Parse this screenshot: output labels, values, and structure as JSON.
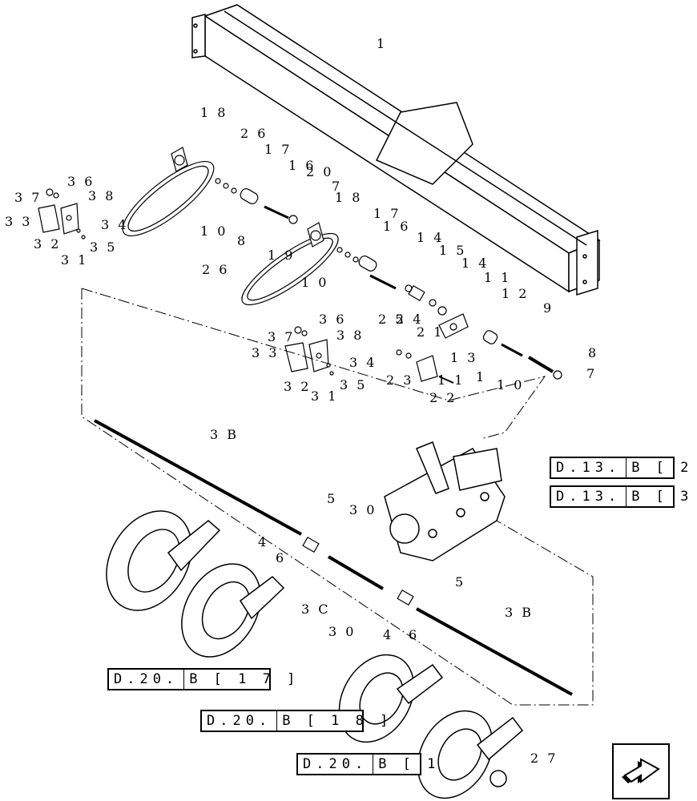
{
  "callouts": [
    {
      "id": "c1",
      "text": "1"
    },
    {
      "id": "c18a",
      "text": "1 8"
    },
    {
      "id": "c26a",
      "text": "2 6"
    },
    {
      "id": "c17a",
      "text": "1 7"
    },
    {
      "id": "c16a",
      "text": "1 6"
    },
    {
      "id": "c20",
      "text": "2 0"
    },
    {
      "id": "c7a",
      "text": "7"
    },
    {
      "id": "c18b",
      "text": "1 8"
    },
    {
      "id": "c17b",
      "text": "1 7"
    },
    {
      "id": "c16b",
      "text": "1 6"
    },
    {
      "id": "c10a",
      "text": "1 0"
    },
    {
      "id": "c8a",
      "text": "8"
    },
    {
      "id": "c19",
      "text": "1 9"
    },
    {
      "id": "c26b",
      "text": "2 6"
    },
    {
      "id": "c10b",
      "text": "1 0"
    },
    {
      "id": "c14a",
      "text": "1 4"
    },
    {
      "id": "c15",
      "text": "1 5"
    },
    {
      "id": "c14b",
      "text": "1 4"
    },
    {
      "id": "c11a",
      "text": "1 1"
    },
    {
      "id": "c12",
      "text": "1 2"
    },
    {
      "id": "c9",
      "text": "9"
    },
    {
      "id": "c36a",
      "text": "3 6"
    },
    {
      "id": "c37a",
      "text": "3 7"
    },
    {
      "id": "c38a",
      "text": "3 8"
    },
    {
      "id": "c33a",
      "text": "3 3"
    },
    {
      "id": "c34a",
      "text": "3 4"
    },
    {
      "id": "c32a",
      "text": "3 2"
    },
    {
      "id": "c35a",
      "text": "3 5"
    },
    {
      "id": "c31a",
      "text": "3 1"
    },
    {
      "id": "c36b",
      "text": "3 6"
    },
    {
      "id": "c37b",
      "text": "3 7"
    },
    {
      "id": "c38b",
      "text": "3 8"
    },
    {
      "id": "c33b",
      "text": "3 3"
    },
    {
      "id": "c34b",
      "text": "3 4"
    },
    {
      "id": "c32b",
      "text": "3 2"
    },
    {
      "id": "c35b",
      "text": "3 5"
    },
    {
      "id": "c31b",
      "text": "3 1"
    },
    {
      "id": "c25",
      "text": "2 5"
    },
    {
      "id": "c24",
      "text": "2 4"
    },
    {
      "id": "c23",
      "text": "2 3"
    },
    {
      "id": "c21",
      "text": "2 1"
    },
    {
      "id": "c13",
      "text": "1 3"
    },
    {
      "id": "c11b",
      "text": "1 1"
    },
    {
      "id": "c1b",
      "text": "1"
    },
    {
      "id": "c10c",
      "text": "1 0"
    },
    {
      "id": "c8b",
      "text": "8"
    },
    {
      "id": "c7b",
      "text": "7"
    },
    {
      "id": "c22",
      "text": "2 2"
    },
    {
      "id": "c3Ba",
      "text": "3 B"
    },
    {
      "id": "c5a",
      "text": "5"
    },
    {
      "id": "c30a",
      "text": "3 0"
    },
    {
      "id": "c4a",
      "text": "4"
    },
    {
      "id": "c6a",
      "text": "6"
    },
    {
      "id": "c3C",
      "text": "3 C"
    },
    {
      "id": "c5b",
      "text": "5"
    },
    {
      "id": "c3Bb",
      "text": "3 B"
    },
    {
      "id": "c30b",
      "text": "3 0"
    },
    {
      "id": "c4b",
      "text": "4"
    },
    {
      "id": "c6b",
      "text": "6"
    },
    {
      "id": "c27",
      "text": "2 7"
    }
  ],
  "references": [
    {
      "section": "D.13.",
      "ref": "B [ 2"
    },
    {
      "section": "D.13.",
      "ref": "B [ 3"
    },
    {
      "section": "D.20.",
      "ref": "B [ 1 7 ]"
    },
    {
      "section": "D.20.",
      "ref": "B [ 1 8 ]"
    },
    {
      "section": "D.20.",
      "ref": "B [ 1"
    }
  ],
  "nav": {
    "icon": "next-page-arrow-icon"
  }
}
